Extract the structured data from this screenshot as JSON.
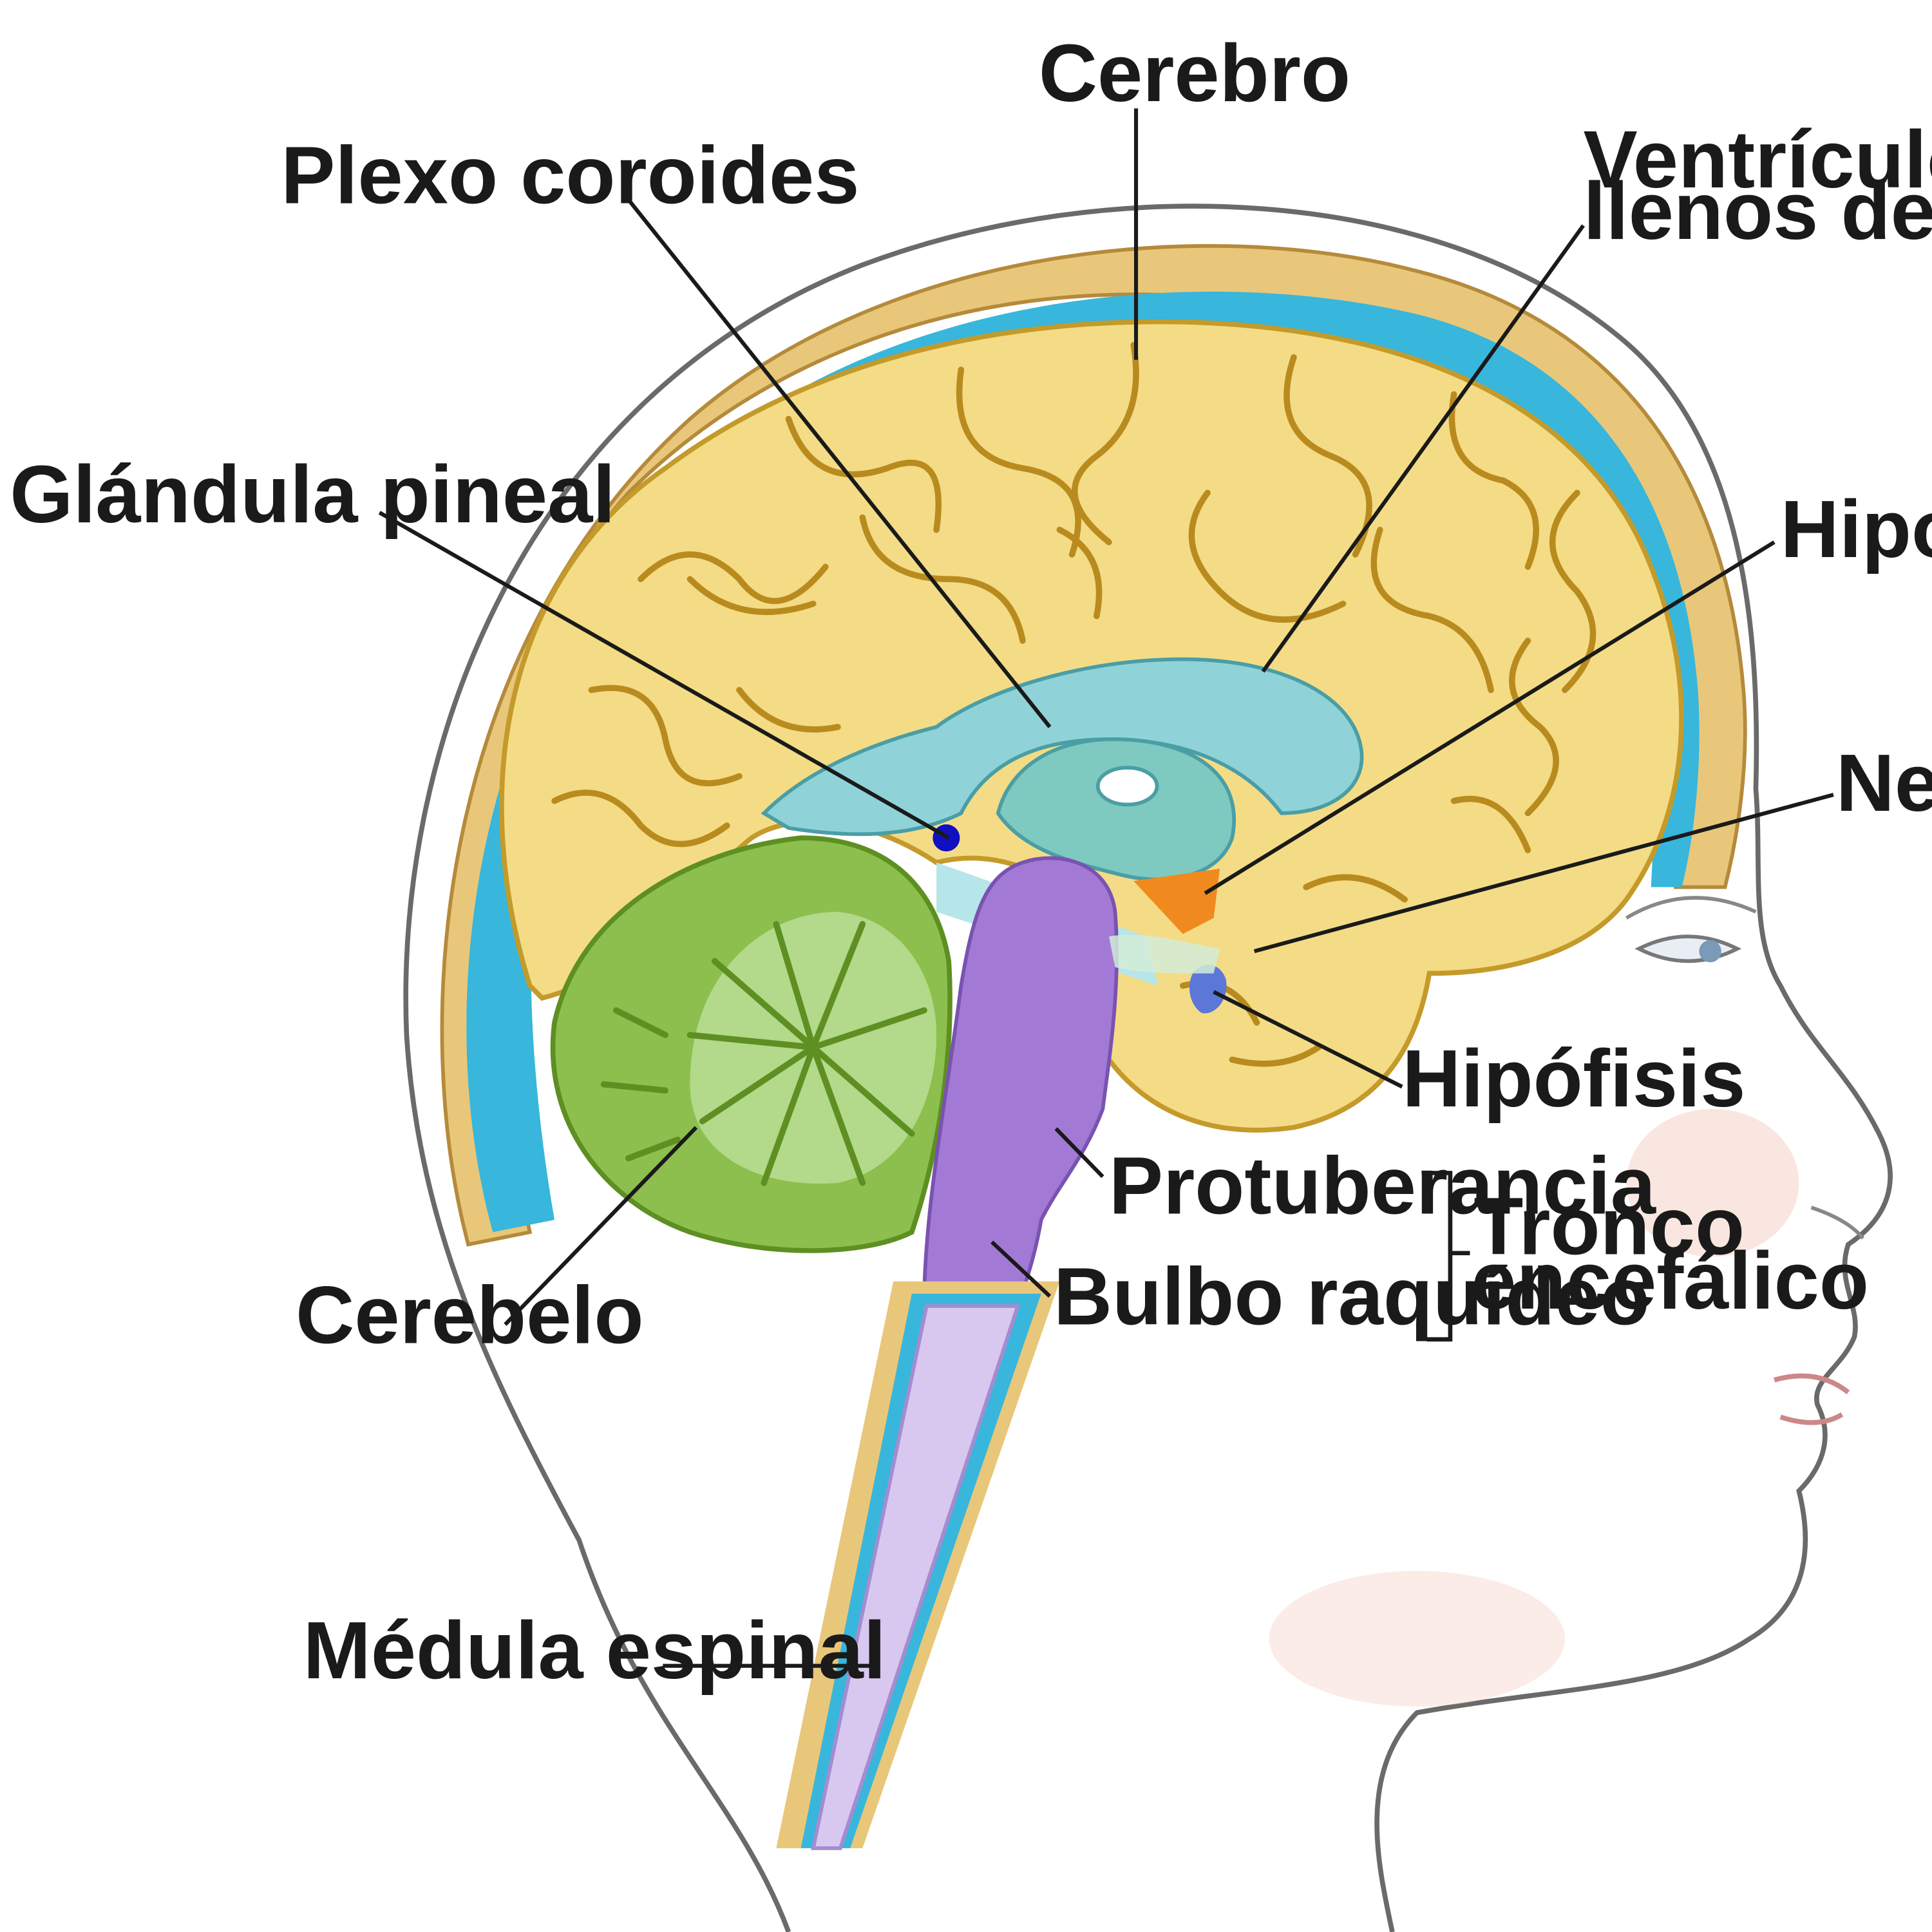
{
  "labels": {
    "cerebro": "Cerebro",
    "plexo_coroides": "Plexo coroides",
    "ventriculos_line1": "Ventrículos (es",
    "ventriculos_line2": "llenos de líquid",
    "glandula_pineal": "Glándula pineal",
    "hipotalamo": "Hipotá",
    "nervio": "Nerv",
    "hipofisis": "Hipófisis",
    "protuberancia": "Protuberancia",
    "tronco_line1": "Tronco",
    "tronco_line2": "encefálico",
    "bulbo_raquideo": "Bulbo raquídeo",
    "cerebelo": "Cerebelo",
    "medula_espinal": "Médula espinal"
  },
  "colors": {
    "cerebrum": "#f4dc86",
    "ventricles": "#8fd3d8",
    "cerebellum": "#8dbf4e",
    "brainstem": "#a27ad6",
    "spinal_cord": "#d8c8ef",
    "hypothalamus": "#f08a1e",
    "pineal_gland": "#1010c0",
    "pituitary": "#5b78d8",
    "csf": "#38b6dc",
    "skull": "#e8c77a",
    "skin": "#f7d9d0"
  }
}
